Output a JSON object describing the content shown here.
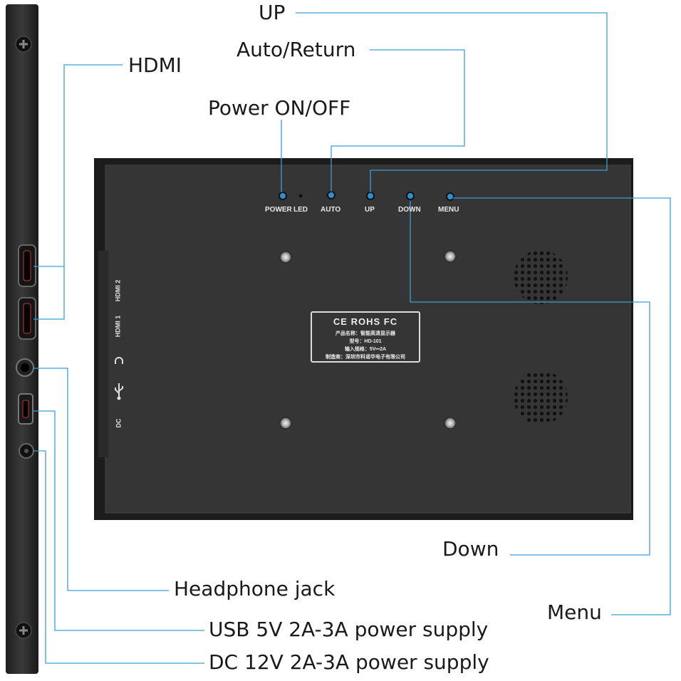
{
  "callouts": {
    "up": "UP",
    "auto_return": "Auto/Return",
    "power": "Power ON/OFF",
    "hdmi": "HDMI",
    "down": "Down",
    "menu": "Menu",
    "headphone": "Headphone jack",
    "usb": "USB 5V 2A-3A power supply",
    "dc": "DC 12V 2A-3A power supply"
  },
  "buttons": {
    "power": "POWER",
    "led": "LED",
    "auto": "AUTO",
    "up": "UP",
    "down": "DOWN",
    "menu": "MENU"
  },
  "ports": {
    "hdmi2": "HDMI 2",
    "hdmi1": "HDMI 1",
    "dc": "DC"
  },
  "plate": {
    "logos": "CE ROHS FC",
    "line1": "产品名称：智能高清显示器",
    "line2": "型号：HD-101",
    "line3": "输入规格：5V⎓2A",
    "line4": "制造商：深圳市科诺华电子有限公司"
  },
  "icons": {
    "screw": "screw-icon",
    "headphone": "headphone-icon",
    "usb": "usb-icon"
  },
  "colors": {
    "leader_line": "#3a9fd6",
    "monitor_body": "#2b2b2b",
    "monitor_panel": "#333333",
    "button": "#2f8fd0"
  }
}
